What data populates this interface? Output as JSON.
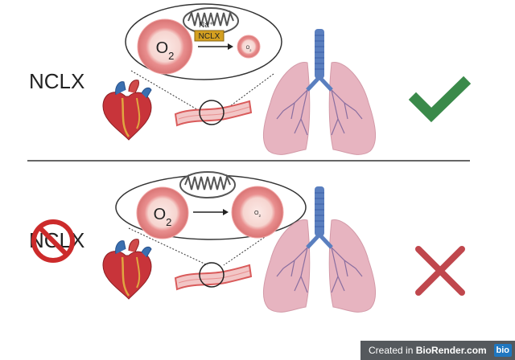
{
  "panels": {
    "top": {
      "label": "NCLX",
      "outcome": "check-icon"
    },
    "bottom": {
      "label": "NCLX",
      "outcome": "cross-icon",
      "modifier": "prohibition-icon"
    }
  },
  "zoom": {
    "top": {
      "cell_big": "O2",
      "cell_small": "O2",
      "ion_label": "Na⁺",
      "transporter_label": "NCLX"
    },
    "bottom": {
      "cell_big": "O2",
      "cell_small": "O2"
    }
  },
  "icons": [
    "heart-icon",
    "blood-vessel-icon",
    "lungs-icon",
    "mitochondrion-icon",
    "check-icon",
    "cross-icon",
    "prohibition-icon"
  ],
  "colors": {
    "check": "#3a8a4a",
    "cross": "#c0474d",
    "prohibition": "#cc2b2b",
    "lung": "#e7b4c0",
    "trachea": "#5a7fbf",
    "rbc": "#e98f8f",
    "transporter": "#d4a020"
  },
  "badge": {
    "prefix": "Created in ",
    "brand": "BioRender.com",
    "logo": "bio"
  }
}
